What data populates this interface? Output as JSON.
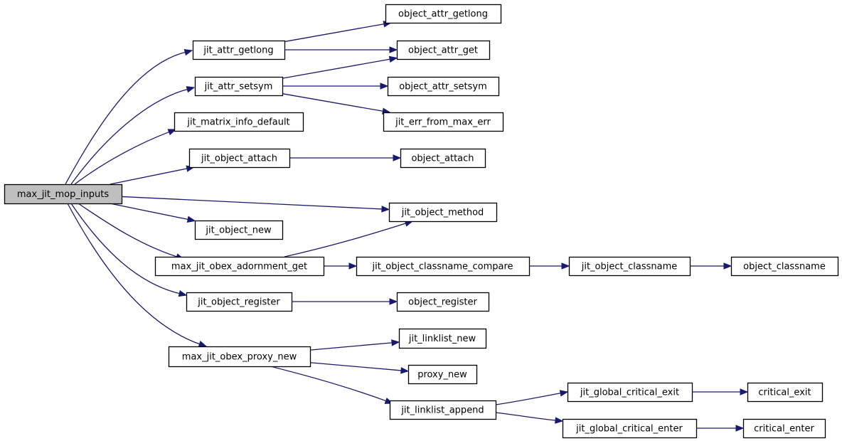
{
  "nodes": [
    {
      "id": "max_jit_mop_inputs",
      "label": "max_jit_mop_inputs",
      "root": true
    },
    {
      "id": "jit_attr_getlong",
      "label": "jit_attr_getlong"
    },
    {
      "id": "jit_attr_setsym",
      "label": "jit_attr_setsym"
    },
    {
      "id": "jit_matrix_info_default",
      "label": "jit_matrix_info_default"
    },
    {
      "id": "jit_object_attach",
      "label": "jit_object_attach"
    },
    {
      "id": "jit_object_method",
      "label": "jit_object_method"
    },
    {
      "id": "jit_object_new",
      "label": "jit_object_new"
    },
    {
      "id": "max_jit_obex_adornment_get",
      "label": "max_jit_obex_adornment_get"
    },
    {
      "id": "jit_object_register",
      "label": "jit_object_register"
    },
    {
      "id": "max_jit_obex_proxy_new",
      "label": "max_jit_obex_proxy_new"
    },
    {
      "id": "object_attr_getlong",
      "label": "object_attr_getlong"
    },
    {
      "id": "object_attr_get",
      "label": "object_attr_get"
    },
    {
      "id": "object_attr_setsym",
      "label": "object_attr_setsym"
    },
    {
      "id": "jit_err_from_max_err",
      "label": "jit_err_from_max_err"
    },
    {
      "id": "object_attach",
      "label": "object_attach"
    },
    {
      "id": "jit_object_classname_compare",
      "label": "jit_object_classname_compare"
    },
    {
      "id": "jit_object_classname",
      "label": "jit_object_classname"
    },
    {
      "id": "object_classname",
      "label": "object_classname"
    },
    {
      "id": "object_register",
      "label": "object_register"
    },
    {
      "id": "jit_linklist_new",
      "label": "jit_linklist_new"
    },
    {
      "id": "proxy_new",
      "label": "proxy_new"
    },
    {
      "id": "jit_linklist_append",
      "label": "jit_linklist_append"
    },
    {
      "id": "jit_global_critical_exit",
      "label": "jit_global_critical_exit"
    },
    {
      "id": "jit_global_critical_enter",
      "label": "jit_global_critical_enter"
    },
    {
      "id": "critical_exit",
      "label": "critical_exit"
    },
    {
      "id": "critical_enter",
      "label": "critical_enter"
    }
  ],
  "edges": [
    {
      "from": "max_jit_mop_inputs",
      "to": "jit_attr_getlong"
    },
    {
      "from": "max_jit_mop_inputs",
      "to": "jit_attr_setsym"
    },
    {
      "from": "max_jit_mop_inputs",
      "to": "jit_matrix_info_default"
    },
    {
      "from": "max_jit_mop_inputs",
      "to": "jit_object_attach"
    },
    {
      "from": "max_jit_mop_inputs",
      "to": "jit_object_method"
    },
    {
      "from": "max_jit_mop_inputs",
      "to": "jit_object_new"
    },
    {
      "from": "max_jit_mop_inputs",
      "to": "max_jit_obex_adornment_get"
    },
    {
      "from": "max_jit_mop_inputs",
      "to": "jit_object_register"
    },
    {
      "from": "max_jit_mop_inputs",
      "to": "max_jit_obex_proxy_new"
    },
    {
      "from": "jit_attr_getlong",
      "to": "object_attr_getlong"
    },
    {
      "from": "jit_attr_getlong",
      "to": "object_attr_get"
    },
    {
      "from": "jit_attr_setsym",
      "to": "object_attr_get"
    },
    {
      "from": "jit_attr_setsym",
      "to": "object_attr_setsym"
    },
    {
      "from": "jit_attr_setsym",
      "to": "jit_err_from_max_err"
    },
    {
      "from": "jit_object_attach",
      "to": "object_attach"
    },
    {
      "from": "max_jit_obex_adornment_get",
      "to": "jit_object_method"
    },
    {
      "from": "max_jit_obex_adornment_get",
      "to": "jit_object_classname_compare"
    },
    {
      "from": "jit_object_classname_compare",
      "to": "jit_object_classname"
    },
    {
      "from": "jit_object_classname",
      "to": "object_classname"
    },
    {
      "from": "jit_object_register",
      "to": "object_register"
    },
    {
      "from": "max_jit_obex_proxy_new",
      "to": "jit_linklist_new"
    },
    {
      "from": "max_jit_obex_proxy_new",
      "to": "proxy_new"
    },
    {
      "from": "max_jit_obex_proxy_new",
      "to": "jit_linklist_append"
    },
    {
      "from": "jit_linklist_append",
      "to": "jit_global_critical_exit"
    },
    {
      "from": "jit_linklist_append",
      "to": "jit_global_critical_enter"
    },
    {
      "from": "jit_global_critical_exit",
      "to": "critical_exit"
    },
    {
      "from": "jit_global_critical_enter",
      "to": "critical_enter"
    }
  ],
  "colors": {
    "edge": "#191970",
    "root_fill": "#bfbfbf",
    "node_fill": "#ffffff",
    "border": "#000000"
  }
}
